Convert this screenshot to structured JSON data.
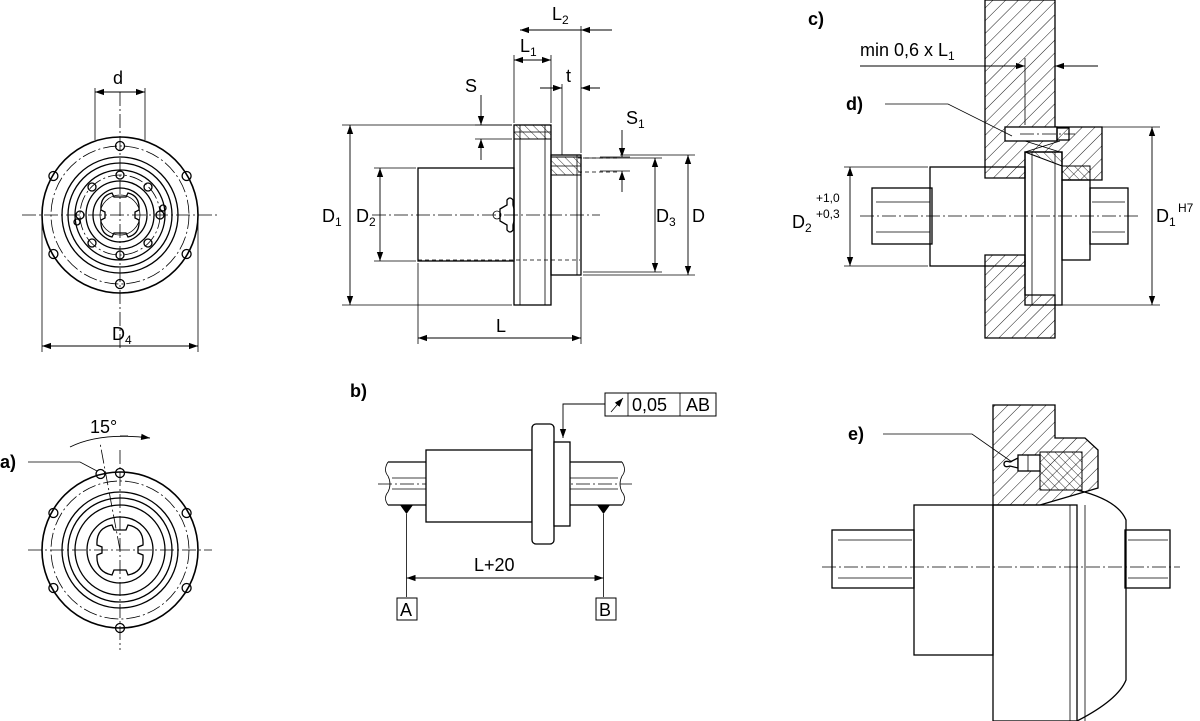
{
  "views": {
    "a": "a)",
    "b": "b)",
    "c": "c)",
    "d": "d)",
    "e": "e)"
  },
  "front_view": {
    "d": "d",
    "D": "D",
    "D_sub": "4",
    "angle": "15°"
  },
  "side_view": {
    "L": "L",
    "L1": "L",
    "L1_sub": "1",
    "L2": "L",
    "L2_sub": "2",
    "t": "t",
    "S": "S",
    "S1": "S",
    "S1_sub": "1",
    "D1": "D",
    "D1_sub": "1",
    "D2": "D",
    "D2_sub": "2",
    "D3": "D",
    "D3_sub": "3",
    "D": "D"
  },
  "runout": {
    "tolerance": "0,05",
    "datum": "AB",
    "length": "L+20",
    "datum_a": "A",
    "datum_b": "B"
  },
  "mounting": {
    "min_text": "min 0,6 x L",
    "min_sub": "1",
    "D2": "D",
    "D2_sub": "2",
    "D2_tol_upper": "+1,0",
    "D2_tol_lower": "+0,3",
    "D1": "D",
    "D1_sub": "1",
    "D1_tol": "H7"
  }
}
